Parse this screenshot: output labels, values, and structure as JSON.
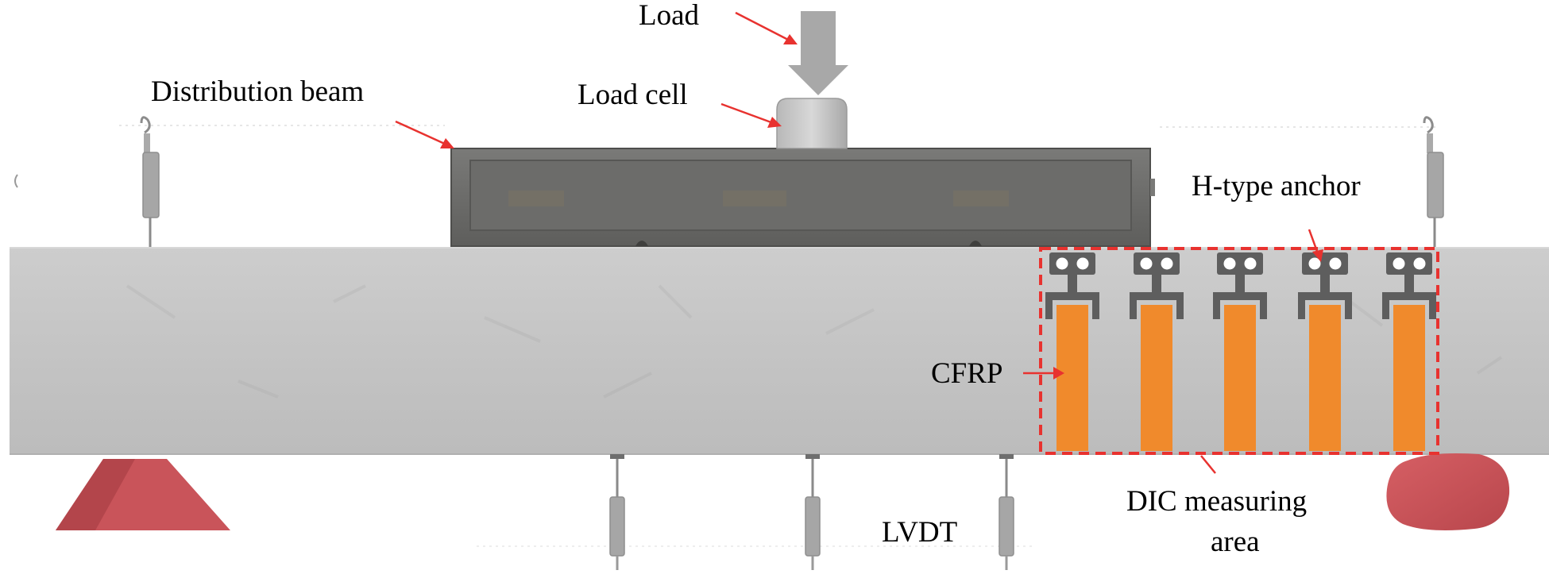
{
  "labels": {
    "load": "Load",
    "load_cell": "Load cell",
    "distribution_beam": "Distribution beam",
    "h_type_anchor": "H-type anchor",
    "cfrp": "CFRP",
    "lvdt": "LVDT",
    "dic_line1": "DIC measuring",
    "dic_line2": "area"
  },
  "colors": {
    "concrete": "#c4c4c4",
    "steel_beam": "#6a6a68",
    "cfrp": "#f08a2c",
    "anchor": "#5e5e5e",
    "support": "#c9545a",
    "arrow": "#e8322f",
    "dic_border": "#e8322f",
    "load_arrow": "#a8a8a8"
  },
  "cfrp_strip_count": 5,
  "anchor_count": 5
}
